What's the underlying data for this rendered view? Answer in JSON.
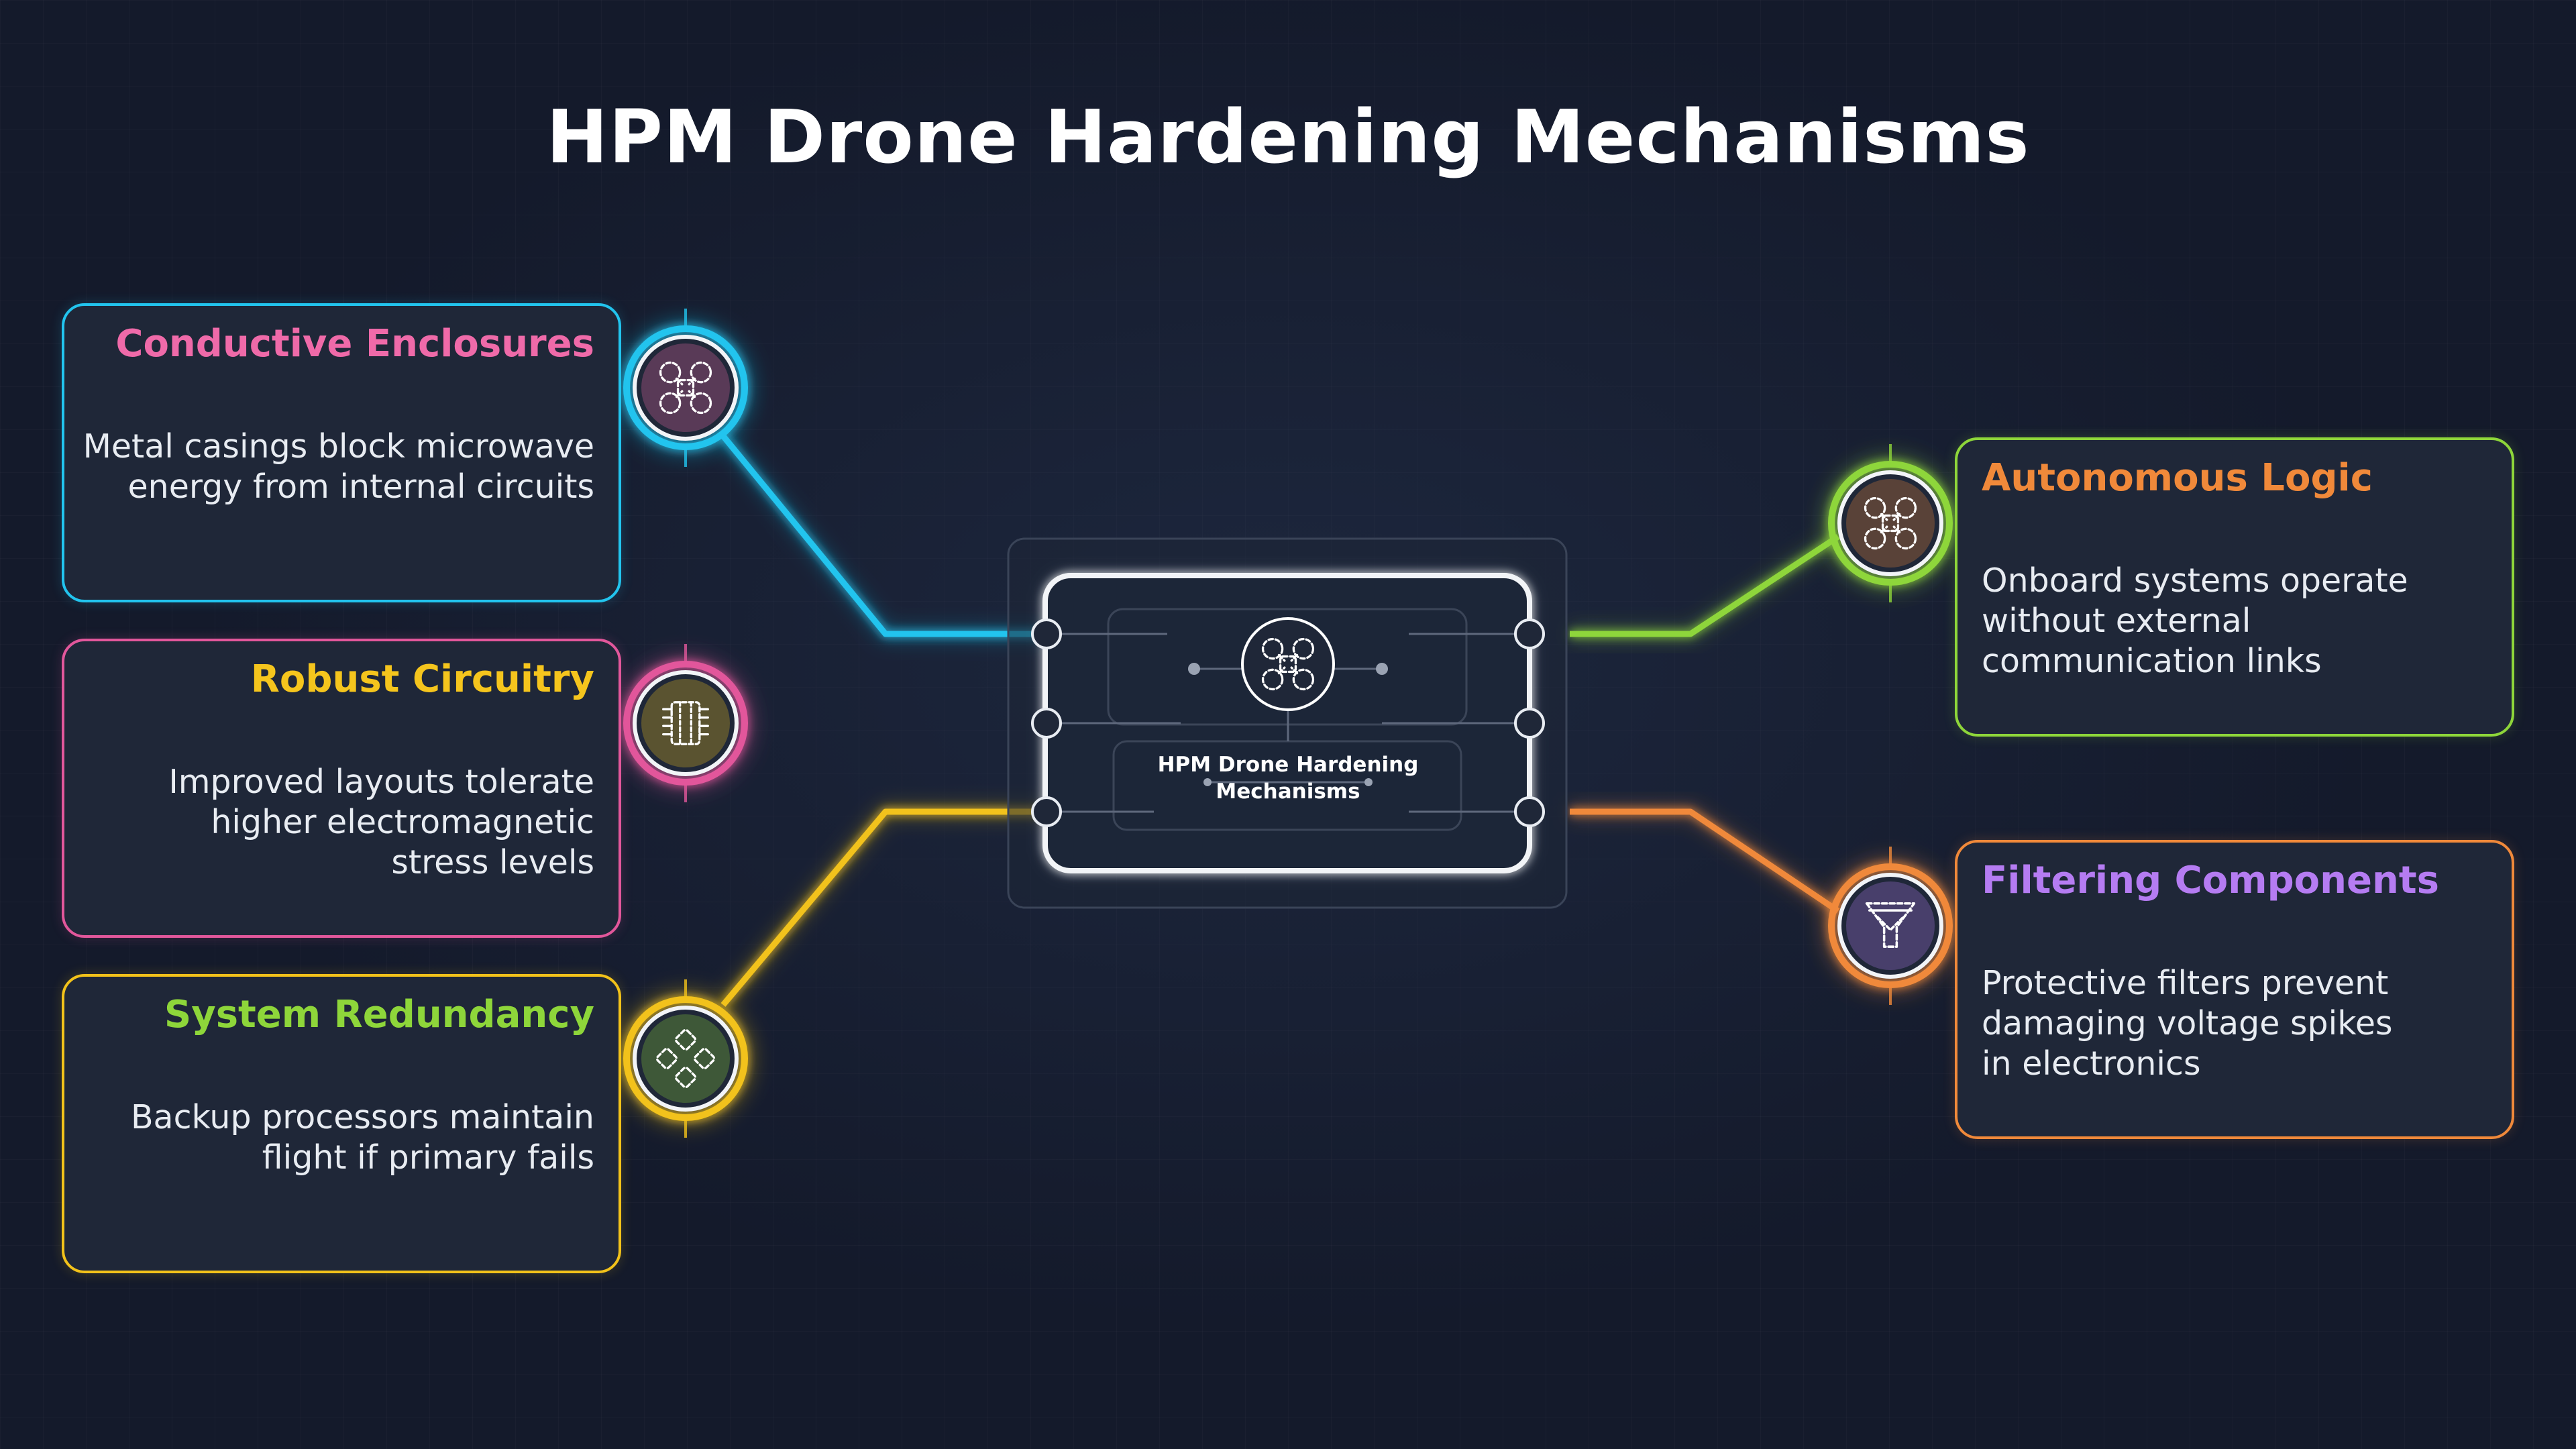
{
  "title": "HPM Drone Hardening Mechanisms",
  "colors": {
    "background": "#141a2b",
    "card_fill": "#1f2738",
    "cyan": "#22c4ee",
    "pink": "#e2579b",
    "yellow": "#f2c21a",
    "green": "#8ed63a",
    "orange": "#f0893a",
    "purple": "#b57cf2"
  },
  "hub": {
    "title": "HPM Drone Hardening Mechanisms",
    "icon": "drone-icon"
  },
  "mechanisms": [
    {
      "side": "left",
      "title": "Conductive Enclosures",
      "title_color": "#ef6aa9",
      "border_color": "#22c4ee",
      "wire_color": "#22c4ee",
      "icon": "drone-icon",
      "description": [
        "Metal casings block microwave",
        "energy from internal circuits"
      ]
    },
    {
      "side": "left",
      "title": "Robust Circuitry",
      "title_color": "#f5c51d",
      "border_color": "#e2579b",
      "wire_color": "#e2579b",
      "icon": "microchip-icon",
      "description": [
        "Improved layouts tolerate",
        "higher electromagnetic",
        "stress levels"
      ]
    },
    {
      "side": "left",
      "title": "System Redundancy",
      "title_color": "#8ed63a",
      "border_color": "#f2c21a",
      "wire_color": "#f2c21a",
      "icon": "redundant-nodes-icon",
      "description": [
        "Backup processors maintain",
        "flight if primary fails"
      ]
    },
    {
      "side": "right",
      "title": "Autonomous Logic",
      "title_color": "#f0893a",
      "border_color": "#8ed63a",
      "wire_color": "#8ed63a",
      "icon": "drone-icon",
      "description": [
        "Onboard systems operate",
        "without external",
        "communication links"
      ]
    },
    {
      "side": "right",
      "title": "Filtering Components",
      "title_color": "#b57cf2",
      "border_color": "#f0893a",
      "wire_color": "#f0893a",
      "icon": "filter-icon",
      "description": [
        "Protective filters prevent",
        "damaging voltage spikes",
        "in electronics"
      ]
    }
  ]
}
